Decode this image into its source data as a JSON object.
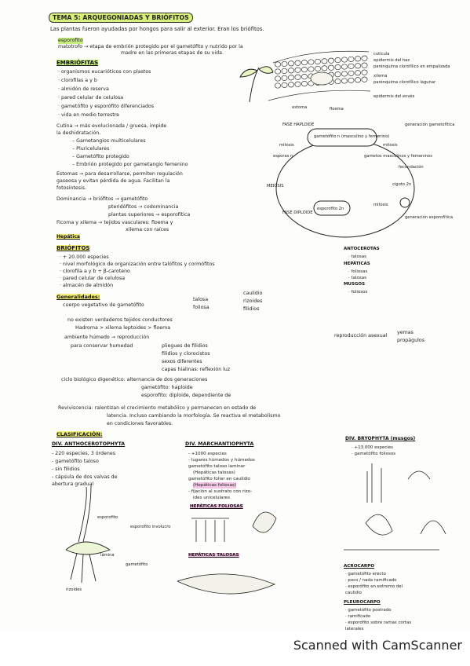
{
  "title": "TEMA 5: ARQUEGONIADAS Y BRIÓFITOS",
  "intro": "Las plantas fueron ayudadas por hongos para salir al exterior. Eran los briófitos.",
  "esporofito": [
    "esporofito",
    "matotrofo → etapa de embrión protegido por el gametófito y nutrido por la",
    "madre en las primeras etapas de su vida."
  ],
  "embriofitas_head": "EMBRIÓFITAS",
  "embriofitas": [
    "· organismos eucarióticos con plastos",
    "· clorofilas a y b",
    "· almidón de reserva",
    "· pared celular de celulosa",
    "· gametófito y esporófito diferenciados",
    "· vida en medio terrestre"
  ],
  "cutina": [
    "Cutina → más evolucionada / gruesa, impide",
    "la deshidratación."
  ],
  "cutina_items": [
    "– Gametangios multicelulares",
    "– Pluricelulares",
    "– Gametófito protegido",
    "– Embrión protegido por gametangio femenino"
  ],
  "estomas": [
    "Estomas → para desarrollarse, permiten regulación",
    "gaseosa y evitan pérdida de agua. Facilitan la",
    "fotosíntesis."
  ],
  "dominancia": [
    "Dominancia → briófitos → gametófito",
    "pteridófitos → codominancia",
    "plantas superiores → esporofítica"
  ],
  "ficoma": [
    "Ficoma y xilema → tejidos vasculares: floema y",
    "xilema con raíces"
  ],
  "hepatica_head": "Hepática",
  "briofitos_head": "BRIÓFITOS",
  "briofitos": [
    "· + 20.000 especies",
    "· nivel morfológico de organización entre talófitos y cormófitos",
    "· clorofila a y b + β-caroteno",
    "· pared celular de celulosa",
    "· almacén de almidón"
  ],
  "generalidades_head": "Generalidades:",
  "cuerpo": "cuerpo vegetativo de gametófito",
  "cuerpo_types": [
    "talosa",
    "foliosa"
  ],
  "cuerpo_parts": [
    "caulidio",
    "rizoides",
    "filidios"
  ],
  "no_existen": "no existen verdaderos tejidos conductores",
  "no_existen_sub": "Hadroma > xilema   leptoides > floema",
  "ambiente": "ambiente húmedo → reproducción",
  "conservar": "para conservar humedad",
  "conservar_items": [
    "pliegues de filidios",
    "filidios y clorocistos",
    "sexos diferentes",
    "capas hialinas: reflexión luz"
  ],
  "reproduccion": "reproducción asexual",
  "reproduccion_items": [
    "yemas",
    "propágulos"
  ],
  "ciclo": [
    "ciclo biológico digenético: alternancia de dos generaciones",
    "gametófito: haploide",
    "esporofito: diploide, dependiente de"
  ],
  "antoceros_head": "ANTOCEROTAS",
  "antoceros": [
    "· talosas"
  ],
  "hepaticas_head": "HEPÁTICAS",
  "hepaticas": [
    "· foliosas",
    "· talosas"
  ],
  "musgos_head": "MUSGOS",
  "musgos": [
    "· foliosos"
  ],
  "reviviscencia": [
    "Reviviscencia: ralentizan el crecimiento metabólico y permanecen en estado de",
    "latencia. Incluso cambiando la morfología. Se reactiva el metabolismo",
    "en condiciones favorables."
  ],
  "clasificacion_head": "CLASIFICACIÓN:",
  "div1_head": "DIV. ANTHOCEROTOPHYTA",
  "div1": [
    "- 220 especies, 3 órdenes",
    "- gametófito taloso",
    "- sin filidios",
    "- cápsula de dos valvas de",
    "  abertura gradual"
  ],
  "div2_head": "DIV. MARCHANTIOPHYTA",
  "div2": [
    "- +1000 especies",
    "- lugares húmedos y húmedos",
    "gametófito taloso laminar",
    "(Hepáticas talosas)",
    "gametófito foliar en caulidio",
    "(Hepáticas foliosas)",
    "- fijación al sustrato con rizo-",
    "  ides unicelulares"
  ],
  "div3_head": "DIV. BRYOPHYTA (musgos)",
  "div3": [
    "· +13.000 especies",
    "· gametófito foliosos"
  ],
  "hep_foliosas": "HEPÁTICAS FOLIOSAS",
  "hep_talosas": "HEPÁTICAS TALOSAS",
  "acrocarpo_head": "ACROCARPO",
  "acrocarpo": [
    "· gametófito erecto",
    "· poco / nada ramificado",
    "· esporófito en extremo del",
    "  caulidio"
  ],
  "pleurocarpo_head": "PLEUROCARPO",
  "pleurocarpo": [
    "· gametófito postrado",
    "· ramificado",
    "· esporofito sobre ramas cortas",
    "  laterales"
  ],
  "cycle_labels": [
    "FASE HAPLOIDE",
    "gametófito n (masculino y femenino)",
    "mitosis",
    "gametos masculinos y femeninos",
    "fecundación",
    "cigoto 2n",
    "mitosis",
    "esporofito 2n",
    "generación esporofítica",
    "generación gametofítica",
    "MEIOSIS",
    "FASE DIPLOIDE",
    "esporas n",
    "mitosis"
  ],
  "cross_labels": [
    "cutícula",
    "epidermis del haz",
    "parénquima clorofílico en empalizada",
    "xilema",
    "parénquima clorofílico lagunar",
    "epidermis del envés",
    "estoma",
    "floema"
  ],
  "plant_labels": [
    "esporofito",
    "esporofito involucro",
    "lámina",
    "gametófito",
    "rizoides"
  ],
  "footer": "Scanned with CamScanner"
}
